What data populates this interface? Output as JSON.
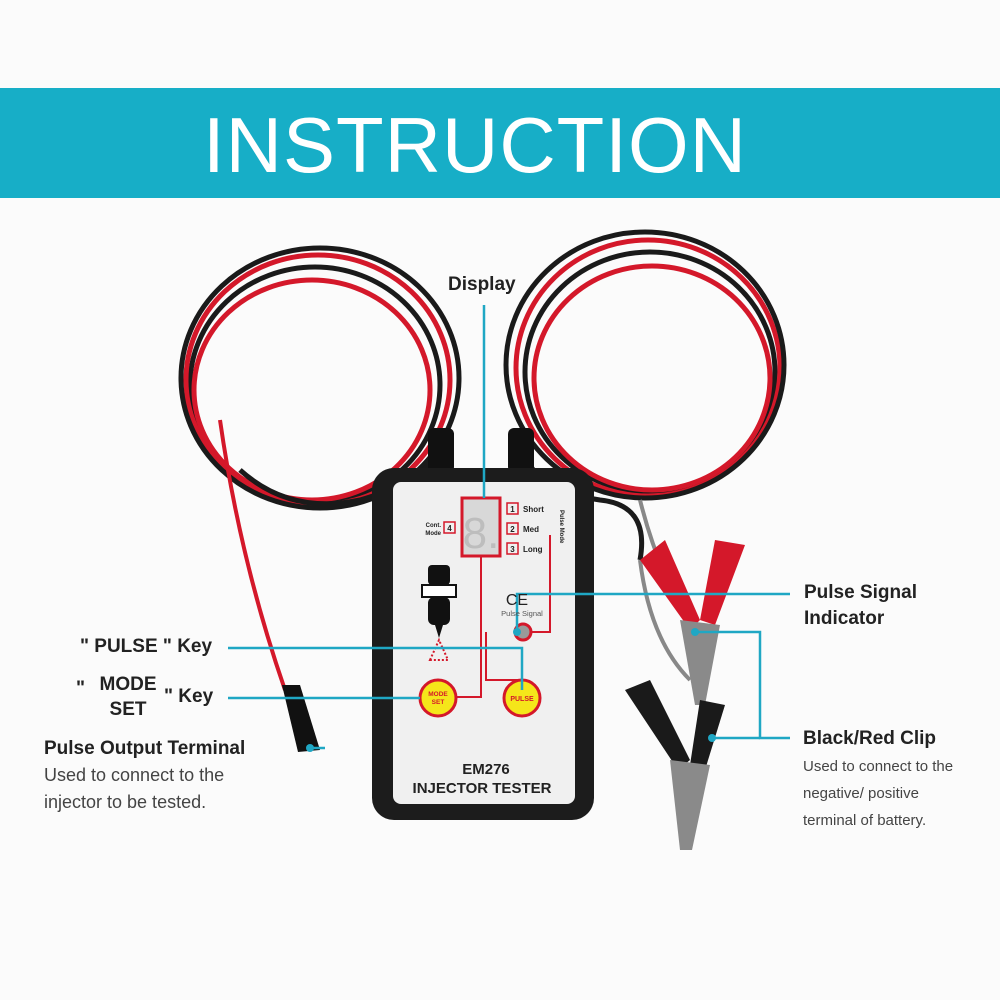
{
  "banner": {
    "title": "INSTRUCTION",
    "color": "#17aec7"
  },
  "device": {
    "model": "EM276",
    "name": "INJECTOR TESTER",
    "modes": [
      {
        "num": "1",
        "label": "Short"
      },
      {
        "num": "2",
        "label": "Med"
      },
      {
        "num": "3",
        "label": "Long"
      }
    ],
    "mode_group": "Pulse Mode",
    "cont_mode": {
      "num": "4",
      "label_line1": "Cont.",
      "label_line2": "Mode"
    },
    "ce_mark": "CE",
    "pulse_signal": "Pulse Signal",
    "mode_button": {
      "line1": "MODE",
      "line2": "SET"
    },
    "pulse_button": "PULSE",
    "display_digit": "8."
  },
  "labels": {
    "display": "Display",
    "pulse_key": "\" PULSE \" Key",
    "mode_key_open": "\"",
    "mode_key_line1": "MODE",
    "mode_key_line2": "SET",
    "mode_key_close": "\" Key",
    "pulse_output_title": "Pulse Output Terminal",
    "pulse_output_desc": [
      "Used to connect to the",
      "injector to be tested."
    ],
    "pulse_indicator_line1": "Pulse Signal",
    "pulse_indicator_line2": "Indicator",
    "clip_title": "Black/Red Clip",
    "clip_desc": [
      "Used to connect to the",
      "negative/ positive",
      "terminal of battery."
    ]
  },
  "colors": {
    "leader_line": "#1fa7c4",
    "cable_red": "#d4182a",
    "cable_black": "#1a1a1a",
    "button_yellow": "#f5e61a"
  }
}
